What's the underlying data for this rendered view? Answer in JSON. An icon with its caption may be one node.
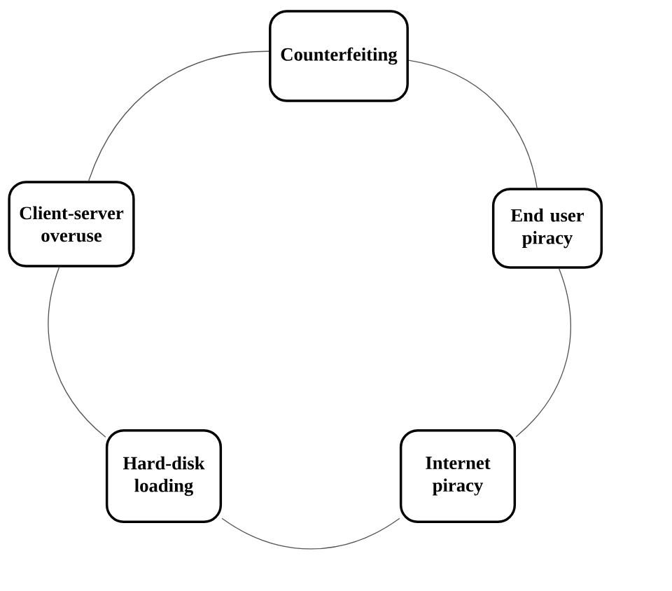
{
  "diagram": {
    "nodes": [
      {
        "text": [
          "Counterfeiting"
        ]
      },
      {
        "text": [
          "End user piracy"
        ]
      },
      {
        "text": [
          "Internet piracy"
        ]
      },
      {
        "text": [
          "Hard-disk loading"
        ]
      },
      {
        "text": [
          "Client-server overuse"
        ]
      }
    ],
    "edges": [
      {
        "from": 0,
        "to": 1,
        "arrow": "none"
      },
      {
        "from": 1,
        "to": 2,
        "arrow": "none"
      },
      {
        "from": 2,
        "to": 3,
        "arrow": "none"
      },
      {
        "from": 3,
        "to": 4,
        "arrow": "none"
      },
      {
        "from": 4,
        "to": 0,
        "arrow": "none"
      }
    ]
  }
}
